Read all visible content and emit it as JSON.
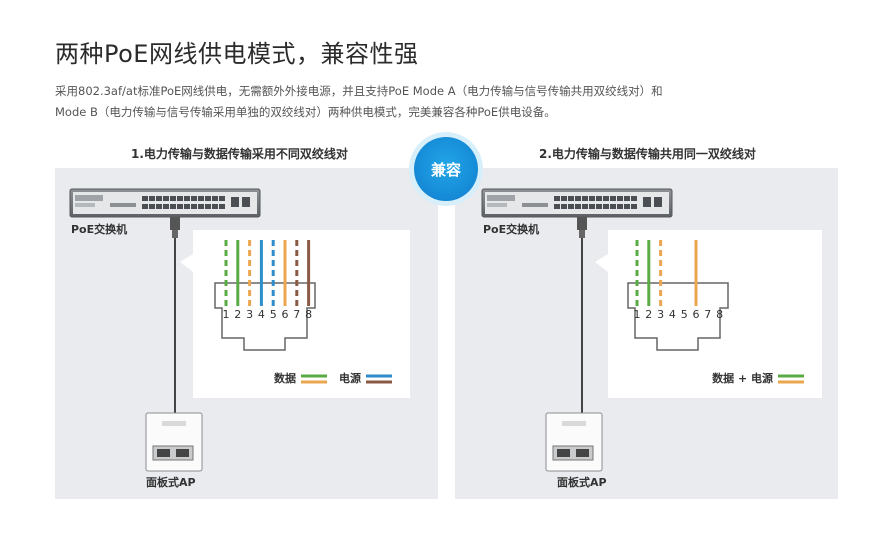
{
  "title": "两种PoE网线供电模式，兼容性强",
  "description": {
    "line1": "采用802.3af/at标准PoE网线供电，无需额外外接电源，并且支持PoE Mode A（电力传输与信号传输共用双绞线对）和",
    "line2": "Mode B（电力传输与信号传输采用单独的双绞线对）两种供电模式，完美兼容各种PoE供电设备。"
  },
  "badge": "兼容",
  "panels": [
    {
      "heading": "1.电力传输与数据传输采用不同双绞线对",
      "switch_label": "PoE交换机",
      "ap_label": "面板式AP",
      "pins": [
        "1",
        "2",
        "3",
        "4",
        "5",
        "6",
        "7",
        "8"
      ],
      "legend": [
        {
          "label": "数据",
          "colors": [
            "#5aab46",
            "#eba74f"
          ]
        },
        {
          "label": "电源",
          "colors": [
            "#2f8ec9",
            "#8a5a44"
          ]
        }
      ]
    },
    {
      "heading": "2.电力传输与数据传输共用同一双绞线对",
      "switch_label": "PoE交换机",
      "ap_label": "面板式AP",
      "pins": [
        "1",
        "2",
        "3",
        "4",
        "5",
        "6",
        "7",
        "8"
      ],
      "legend": [
        {
          "label": "数据 + 电源",
          "colors": [
            "#5aab46",
            "#eba74f"
          ]
        }
      ]
    }
  ],
  "wire_colors": {
    "green": "#5aab46",
    "orange": "#eba74f",
    "blue": "#2f8ec9",
    "brown": "#8a5a44"
  }
}
